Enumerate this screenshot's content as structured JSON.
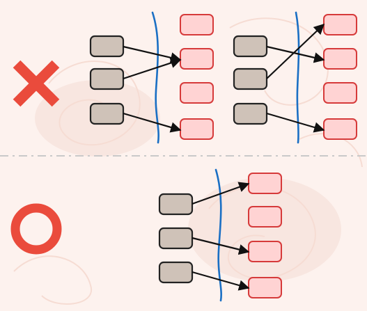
{
  "colors": {
    "background": "#fdf2ee",
    "source_fill": "#cfc2b8",
    "source_stroke": "#222222",
    "target_fill": "#ffd3d3",
    "target_stroke": "#d63a3a",
    "boundary": "#1a6fc4",
    "edge": "#111111",
    "mark": "#ea4b3c",
    "divider": "#c9c9c9"
  },
  "icons": {
    "wrong": "cross-mark-icon",
    "right": "circle-mark-icon"
  },
  "sections": [
    {
      "id": "incorrect",
      "mark": "cross",
      "panels": [
        {
          "id": "incorrect-left",
          "sources": 3,
          "targets": 4,
          "edges": [
            [
              0,
              1
            ],
            [
              1,
              1
            ],
            [
              2,
              3
            ]
          ]
        },
        {
          "id": "incorrect-right",
          "sources": 3,
          "targets": 4,
          "edges": [
            [
              0,
              1
            ],
            [
              1,
              0
            ],
            [
              2,
              3
            ]
          ]
        }
      ]
    },
    {
      "id": "correct",
      "mark": "circle",
      "panels": [
        {
          "id": "correct-center",
          "sources": 3,
          "targets": 4,
          "edges": [
            [
              0,
              0
            ],
            [
              1,
              2
            ],
            [
              2,
              3
            ]
          ]
        }
      ]
    }
  ]
}
